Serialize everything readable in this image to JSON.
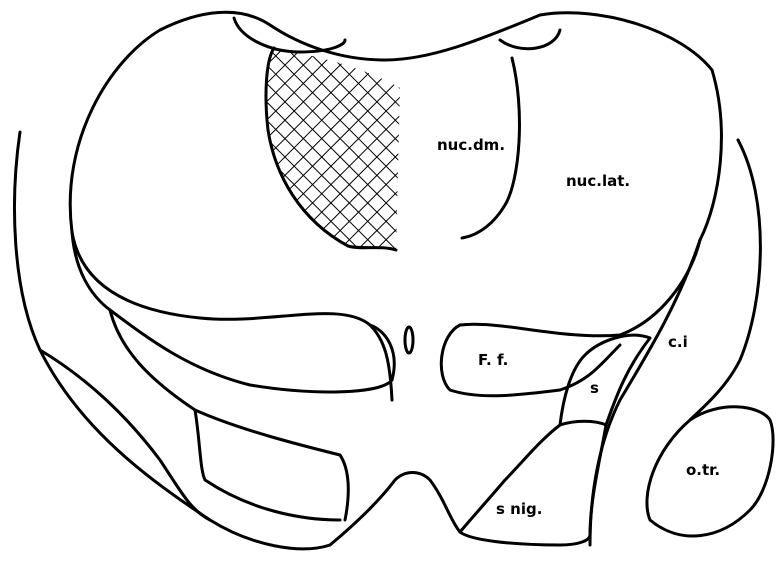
{
  "labels": {
    "nuc_dm": "nuc.dm.",
    "nuc_lat": "nuc.lat.",
    "f_f": "F. f.",
    "c_i": "c.i",
    "s": "s",
    "o_tr": "o.tr.",
    "s_nig": "s nig."
  },
  "colors": {
    "ink": "#000000",
    "paper": "#ffffff"
  }
}
